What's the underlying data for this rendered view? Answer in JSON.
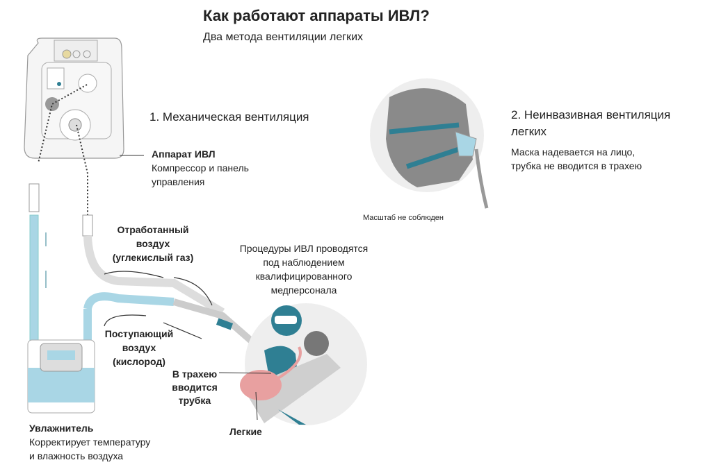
{
  "header": {
    "title": "Как работают аппараты ИВЛ?",
    "subtitle": "Два метода вентиляции легких"
  },
  "method1": {
    "title": "1. Механическая вентиляция",
    "ventilator": {
      "label": "Аппарат ИВЛ",
      "desc": [
        "Компрессор и панель",
        "управления"
      ]
    },
    "exhaust": [
      "Отработанный",
      "воздух",
      "(углекислый газ)"
    ],
    "procedure": [
      "Процедуры ИВЛ проводятся",
      "под наблюдением",
      "квалифицированного",
      "медперсонала"
    ],
    "intake": [
      "Поступающий",
      "воздух",
      "(кислород)"
    ],
    "tube": [
      "В трахею",
      "вводится",
      "трубка"
    ],
    "lungs": "Легкие",
    "humidifier": {
      "label": "Увлажнитель",
      "desc": [
        "Корректирует температуру",
        "и влажность воздуха"
      ]
    }
  },
  "method2": {
    "title": [
      "2. Неинвазивная вентиляция",
      "легких"
    ],
    "desc": [
      "Маска надевается на лицо,",
      "трубка не вводится в трахею"
    ],
    "scale_note": "Масштаб не соблюден"
  },
  "colors": {
    "accent": "#2f7f93",
    "light_blue": "#a9d6e5",
    "lung": "#e8a0a0",
    "gray": "#d9d9d9"
  }
}
